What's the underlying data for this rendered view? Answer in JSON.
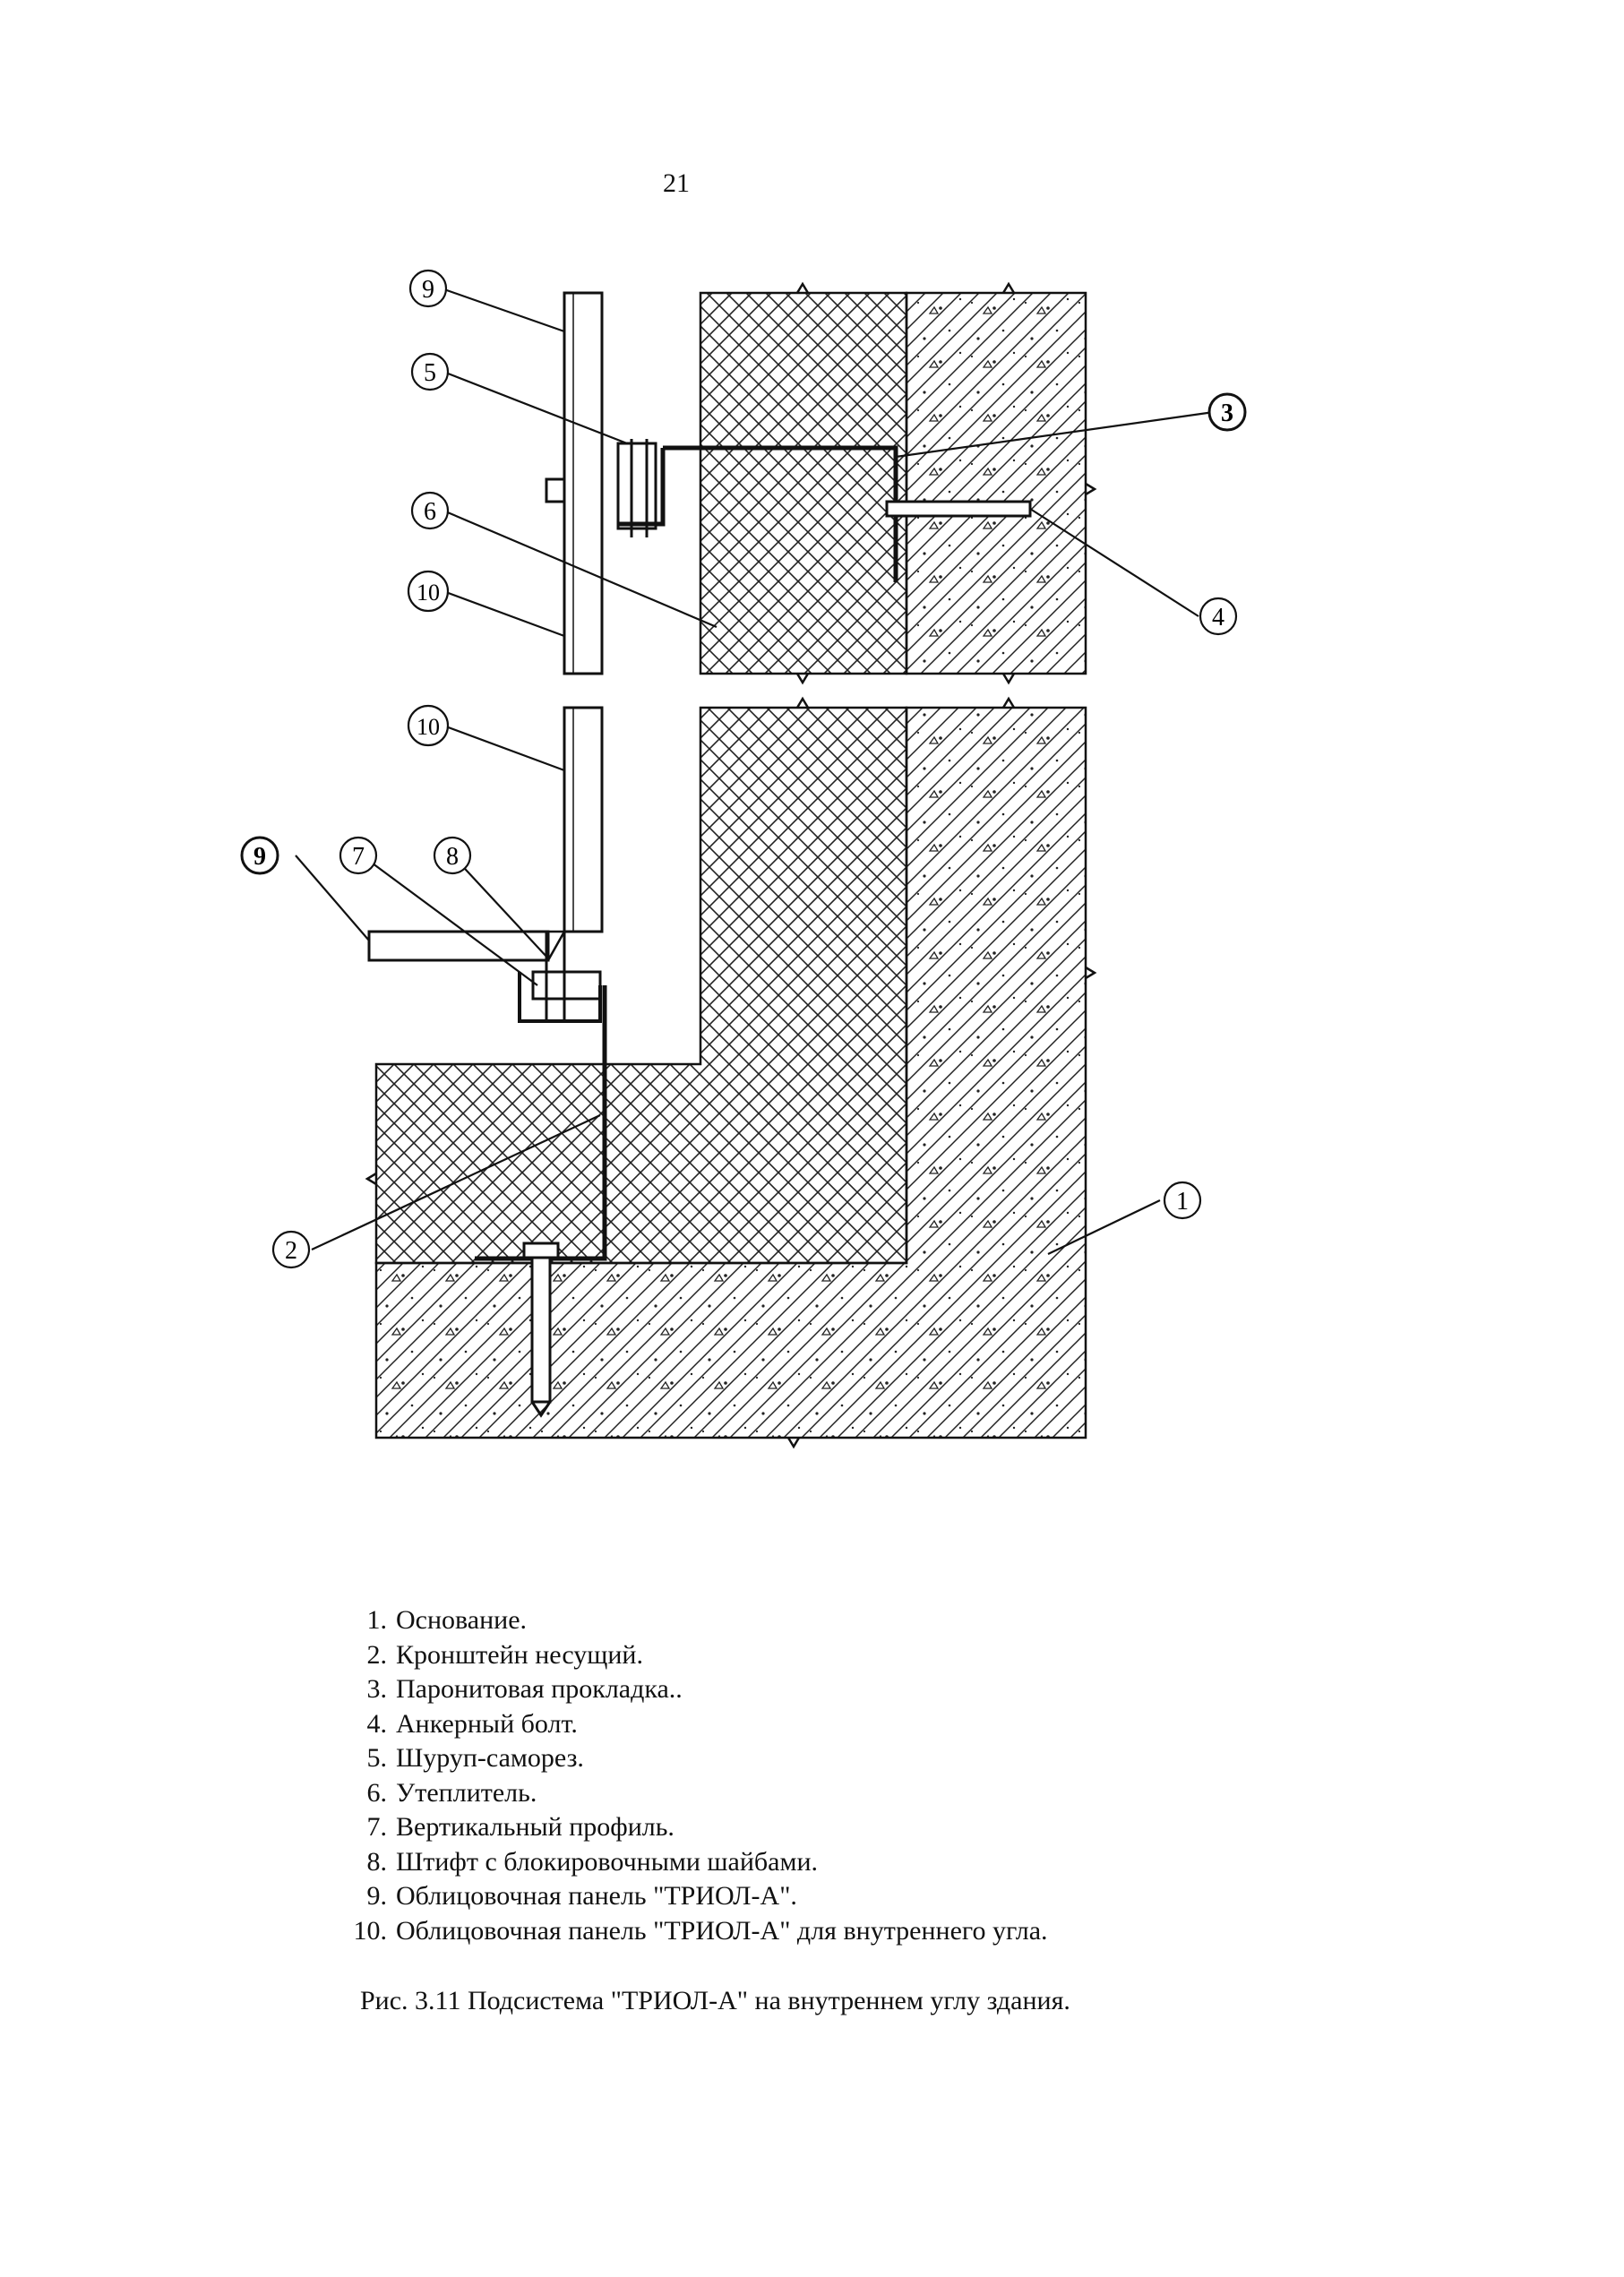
{
  "page_number": "21",
  "callouts": {
    "c1": "1",
    "c2": "2",
    "c3": "3",
    "c4": "4",
    "c5": "5",
    "c6": "6",
    "c7": "7",
    "c8": "8",
    "c9_top": "9",
    "c9_bottom": "9",
    "c10_top": "10",
    "c10_bottom": "10"
  },
  "legend": [
    {
      "num": "1.",
      "text": "Основание."
    },
    {
      "num": "2.",
      "text": "Кронштейн несущий."
    },
    {
      "num": "3.",
      "text": "Паронитовая прокладка.."
    },
    {
      "num": "4.",
      "text": "Анкерный болт."
    },
    {
      "num": "5.",
      "text": "Шуруп-саморез."
    },
    {
      "num": "6.",
      "text": "Утеплитель."
    },
    {
      "num": "7.",
      "text": "Вертикальный профиль."
    },
    {
      "num": "8.",
      "text": "Штифт с блокировочными шайбами."
    },
    {
      "num": "9.",
      "text": "Облицовочная панель \"ТРИОЛ-А\"."
    },
    {
      "num": "10.",
      "text": "Облицовочная панель \"ТРИОЛ-А\" для внутреннего угла."
    }
  ],
  "caption": "Рис. 3.11  Подсистема \"ТРИОЛ-А\" на внутреннем углу здания.",
  "colors": {
    "ink": "#111111",
    "paper": "#ffffff"
  }
}
